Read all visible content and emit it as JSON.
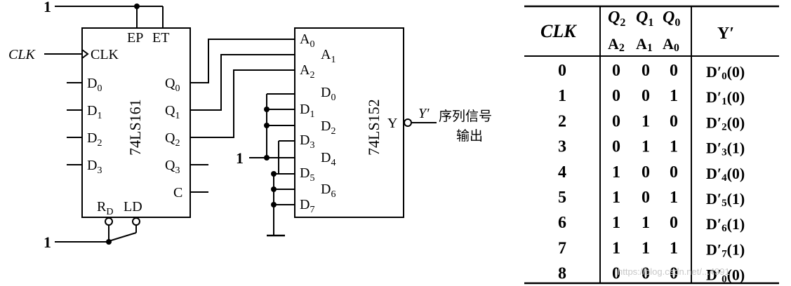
{
  "circuit": {
    "const_one": "1",
    "clk_input": "CLK",
    "counter": {
      "name": "74LS161",
      "ep": "EP",
      "et": "ET",
      "clk": "CLK",
      "d0": "D",
      "d0_sub": "0",
      "d1": "D",
      "d1_sub": "1",
      "d2": "D",
      "d2_sub": "2",
      "d3": "D",
      "d3_sub": "3",
      "q0": "Q",
      "q0_sub": "0",
      "q1": "Q",
      "q1_sub": "1",
      "q2": "Q",
      "q2_sub": "2",
      "q3": "Q",
      "q3_sub": "3",
      "c": "C",
      "rd": "R",
      "rd_sub": "D",
      "ld": "LD"
    },
    "mux": {
      "name": "74LS152",
      "a0": "A",
      "a0_sub": "0",
      "a1": "A",
      "a1_sub": "1",
      "a2": "A",
      "a2_sub": "2",
      "d0": "D",
      "d0_sub": "0",
      "d1": "D",
      "d1_sub": "1",
      "d2": "D",
      "d2_sub": "2",
      "d3": "D",
      "d3_sub": "3",
      "d4": "D",
      "d4_sub": "4",
      "d5": "D",
      "d5_sub": "5",
      "d6": "D",
      "d6_sub": "6",
      "d7": "D",
      "d7_sub": "7",
      "y": "Y"
    },
    "output_label": "Y′",
    "output_desc_line1": "序列信号",
    "output_desc_line2": "输出"
  },
  "table": {
    "header_clk": "CLK",
    "header_q2": "Q",
    "header_q2_sub": "2",
    "header_q1": "Q",
    "header_q1_sub": "1",
    "header_q0": "Q",
    "header_q0_sub": "0",
    "header_a2": "A",
    "header_a2_sub": "2",
    "header_a1": "A",
    "header_a1_sub": "1",
    "header_a0": "A",
    "header_a0_sub": "0",
    "header_y": "Y′",
    "rows": [
      {
        "clk": "0",
        "q2": "0",
        "q1": "0",
        "q0": "0",
        "y": "D′",
        "y_sub": "0",
        "y_val": "(0)"
      },
      {
        "clk": "1",
        "q2": "0",
        "q1": "0",
        "q0": "1",
        "y": "D′",
        "y_sub": "1",
        "y_val": "(0)"
      },
      {
        "clk": "2",
        "q2": "0",
        "q1": "1",
        "q0": "0",
        "y": "D′",
        "y_sub": "2",
        "y_val": "(0)"
      },
      {
        "clk": "3",
        "q2": "0",
        "q1": "1",
        "q0": "1",
        "y": "D′",
        "y_sub": "3",
        "y_val": "(1)"
      },
      {
        "clk": "4",
        "q2": "1",
        "q1": "0",
        "q0": "0",
        "y": "D′",
        "y_sub": "4",
        "y_val": "(0)"
      },
      {
        "clk": "5",
        "q2": "1",
        "q1": "0",
        "q0": "1",
        "y": "D′",
        "y_sub": "5",
        "y_val": "(1)"
      },
      {
        "clk": "6",
        "q2": "1",
        "q1": "1",
        "q0": "0",
        "y": "D′",
        "y_sub": "6",
        "y_val": "(1)"
      },
      {
        "clk": "7",
        "q2": "1",
        "q1": "1",
        "q0": "1",
        "y": "D′",
        "y_sub": "7",
        "y_val": "(1)"
      },
      {
        "clk": "8",
        "q2": "0",
        "q1": "0",
        "q0": "0",
        "y": "D′",
        "y_sub": "0",
        "y_val": "(0)"
      }
    ]
  },
  "watermark": "https://blog.csdn.net/...4991"
}
